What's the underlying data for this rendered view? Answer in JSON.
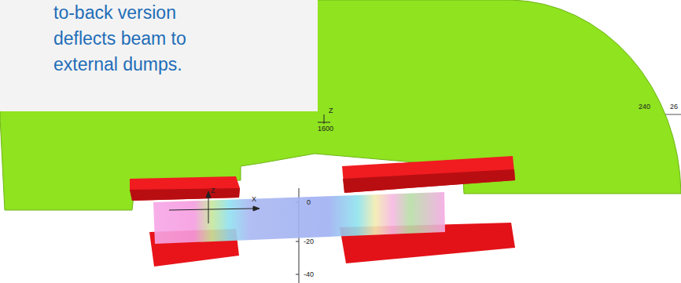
{
  "diagram": {
    "labels": [
      "to-back version deflects beam to external dumps.",
      "Z",
      "1600",
      "240",
      "26",
      "Z",
      "X",
      "0",
      "-20",
      "-40"
    ]
  }
}
